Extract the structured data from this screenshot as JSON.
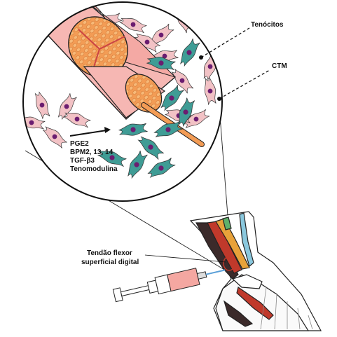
{
  "labels": {
    "tenocitos": "Tenócitos",
    "ctm": "CTM",
    "tendao_line1": "Tendão flexor",
    "tendao_line2": "superficial digital"
  },
  "factors": [
    "PGE2",
    "BPM2, 13, 14",
    "TGF-β3",
    "Tenomodulina"
  ],
  "colors": {
    "tendon_pink": "#f6b7b3",
    "fascicle_orange": "#f39c55",
    "cell_teal": "#3f9c95",
    "cell_pink": "#f2c2c5",
    "nucleus_purple": "#6b1d70",
    "hoof_red": "#c0392b",
    "tendon_blue": "#8ac8de"
  }
}
